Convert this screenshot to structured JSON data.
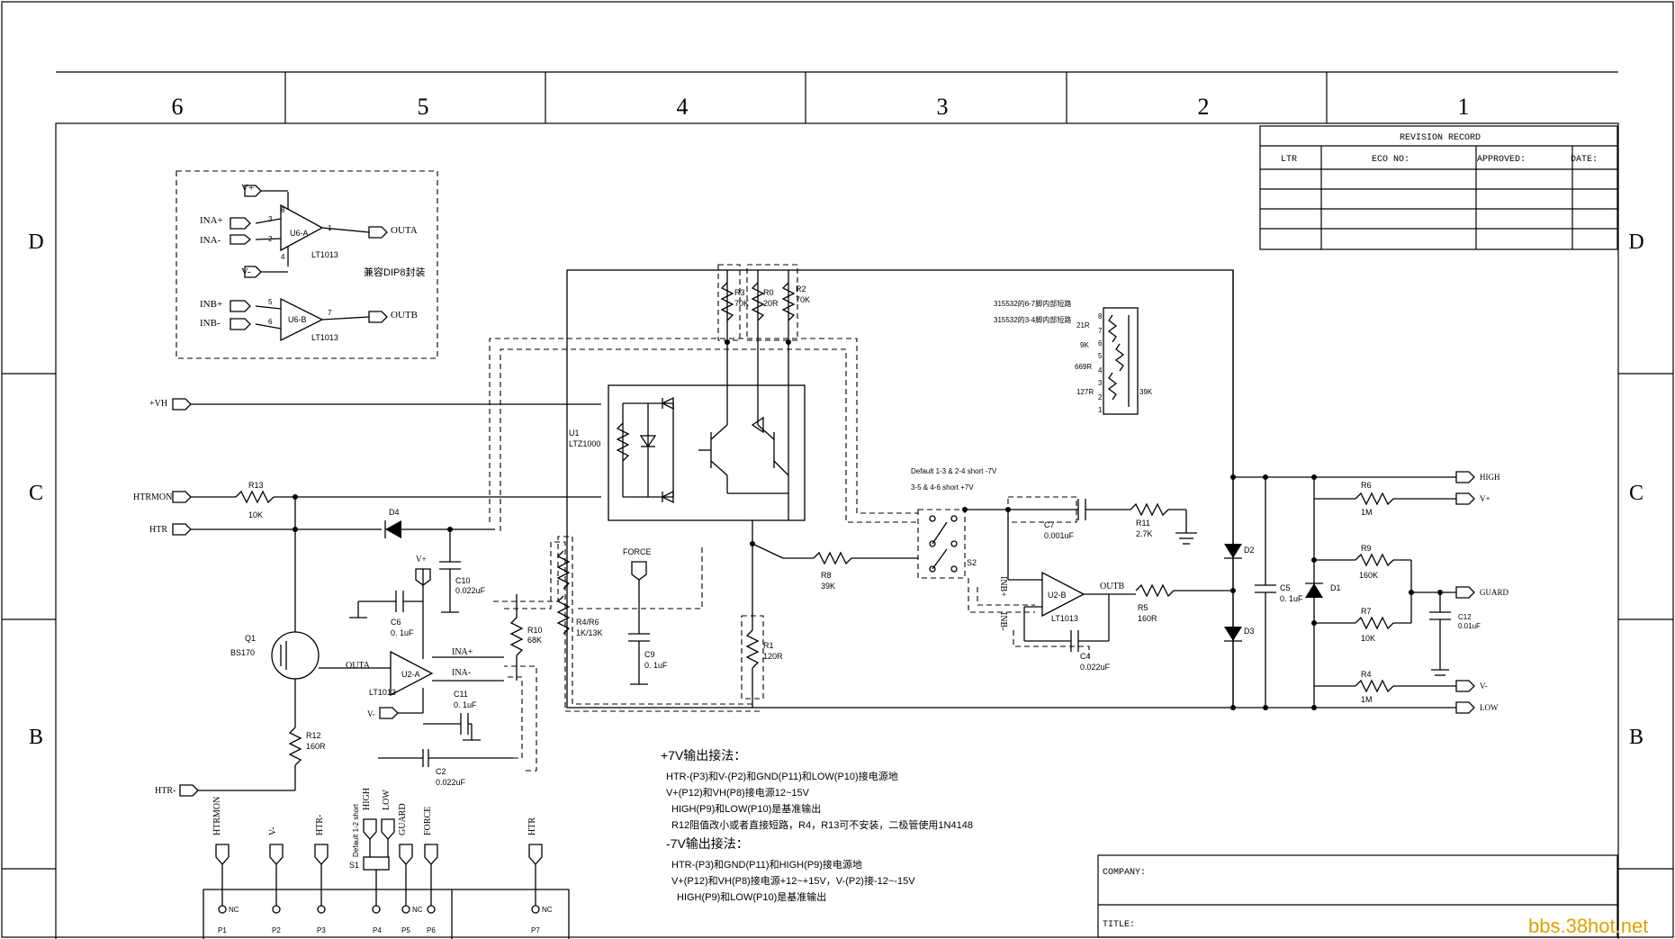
{
  "colors": {
    "ink": "#000000",
    "paper": "#ffffff",
    "watermark": "#e0a000"
  },
  "columns": [
    "6",
    "5",
    "4",
    "3",
    "2",
    "1"
  ],
  "rows": [
    "D",
    "C",
    "B"
  ],
  "revision_record": {
    "title": "REVISION RECORD",
    "headers": [
      "LTR",
      "ECO NO:",
      "APPROVED:",
      "DATE:"
    ]
  },
  "title_block": {
    "company": "COMPANY:",
    "title": "TITLE:"
  },
  "dip8_box": {
    "pins": {
      "vplus": "V+",
      "ina_plus": "INA+",
      "ina_minus": "INA-",
      "vminus": "V-",
      "inb_plus": "INB+",
      "inb_minus": "INB-",
      "outa": "OUTA",
      "outb": "OUTB"
    },
    "u6a": "U6-A",
    "u6b": "U6-B",
    "part": "LT1013",
    "note": "兼容DIP8封装",
    "pin_numbers": [
      "8",
      "3",
      "2",
      "4",
      "1",
      "5",
      "6",
      "7"
    ]
  },
  "ports_left": {
    "vh": "+VH",
    "htrmon": "HTRMON",
    "htr": "HTR",
    "htr_minus": "HTR-"
  },
  "ports_right": {
    "high": "HIGH",
    "vplus": "V+",
    "guard": "GUARD",
    "vminus": "V-",
    "low": "LOW"
  },
  "components": {
    "r13": {
      "ref": "R13",
      "value": "10K"
    },
    "d4": "D4",
    "q1": {
      "ref": "Q1",
      "value": "BS170"
    },
    "r12": {
      "ref": "R12",
      "value": "160R"
    },
    "c6": {
      "ref": "C6",
      "value": "0. 1uF"
    },
    "c10": {
      "ref": "C10",
      "value": "0.022uF"
    },
    "c11": {
      "ref": "C11",
      "value": "0. 1uF"
    },
    "c2": {
      "ref": "C2",
      "value": "0.022uF"
    },
    "u2a": {
      "ref": "U2-A",
      "part": "LT1013",
      "out": "OUTA",
      "in_plus": "INA+",
      "in_minus": "INA-",
      "vplus": "V+",
      "vminus": "V-"
    },
    "r10": {
      "ref": "R10",
      "value": "68K"
    },
    "r4r6": {
      "ref": "R4/R6",
      "value": "1K/13K"
    },
    "force": "FORCE",
    "c9": {
      "ref": "C9",
      "value": "0. 1uF"
    },
    "u1": {
      "ref": "U1",
      "part": "LTZ1000"
    },
    "r3": {
      "ref": "R3",
      "value": "70K"
    },
    "r0": {
      "ref": "R0",
      "value": "20R"
    },
    "r2": {
      "ref": "R2",
      "value": "70K"
    },
    "r1": {
      "ref": "R1",
      "value": "120R"
    },
    "r8": {
      "ref": "R8",
      "value": "39K"
    },
    "s2": "S2",
    "switch_note1": "Default 1-3 & 2-4 short -7V",
    "switch_note2": "3-5 & 4-6 short +7V",
    "c7": {
      "ref": "C7",
      "value": "0.001uF"
    },
    "r11": {
      "ref": "R11",
      "value": "2.7K"
    },
    "u2b": {
      "ref": "U2-B",
      "part": "LT1013",
      "out": "OUTB",
      "in_plus": "INB+",
      "in_minus": "INB-"
    },
    "c4": {
      "ref": "C4",
      "value": "0.022uF"
    },
    "r5": {
      "ref": "R5",
      "value": "160R"
    },
    "d2": "D2",
    "d3": "D3",
    "d1": "D1",
    "c5": {
      "ref": "C5",
      "value": "0. 1uF"
    },
    "r6": {
      "ref": "R6",
      "value": "1M"
    },
    "r9": {
      "ref": "R9",
      "value": "160K"
    },
    "r7": {
      "ref": "R7",
      "value": "10K"
    },
    "r4": {
      "ref": "R4",
      "value": "1M"
    },
    "c12": {
      "ref": "C12",
      "value": "0.01uF"
    }
  },
  "network": {
    "note1": "315532的6-7脚内部短路",
    "note2": "315532的3-4脚内部短路",
    "values": [
      "21R",
      "9K",
      "669R",
      "127R",
      "39K"
    ],
    "pins": [
      "8",
      "7",
      "6",
      "5",
      "4",
      "3",
      "2",
      "1"
    ]
  },
  "connector": {
    "labels": [
      "HTRMON",
      "V-",
      "HTR-",
      "HIGH",
      "LOW",
      "GUARD",
      "FORCE",
      "HTR"
    ],
    "pins": [
      "P1",
      "P2",
      "P3",
      "P4",
      "P5",
      "P6",
      "P7"
    ],
    "nc": "NC",
    "s1": "S1",
    "s1_note": "Default 1-2 short"
  },
  "notes": {
    "plus7_title": "+7V输出接法：",
    "plus7_lines": [
      "HTR-(P3)和V-(P2)和GND(P11)和LOW(P10)接电源地",
      "V+(P12)和VH(P8)接电源12~15V",
      "HIGH(P9)和LOW(P10)是基准输出",
      "R12阻值改小或者直接短路，R4，R13可不安装，二极管使用1N4148"
    ],
    "minus7_title": "-7V输出接法：",
    "minus7_lines": [
      "HTR-(P3)和GND(P11)和HIGH(P9)接电源地",
      "V+(P12)和VH(P8)接电源+12~+15V，V-(P2)接-12~-15V",
      "HIGH(P9)和LOW(P10)是基准输出"
    ]
  },
  "watermark": "bbs.38hot.net"
}
